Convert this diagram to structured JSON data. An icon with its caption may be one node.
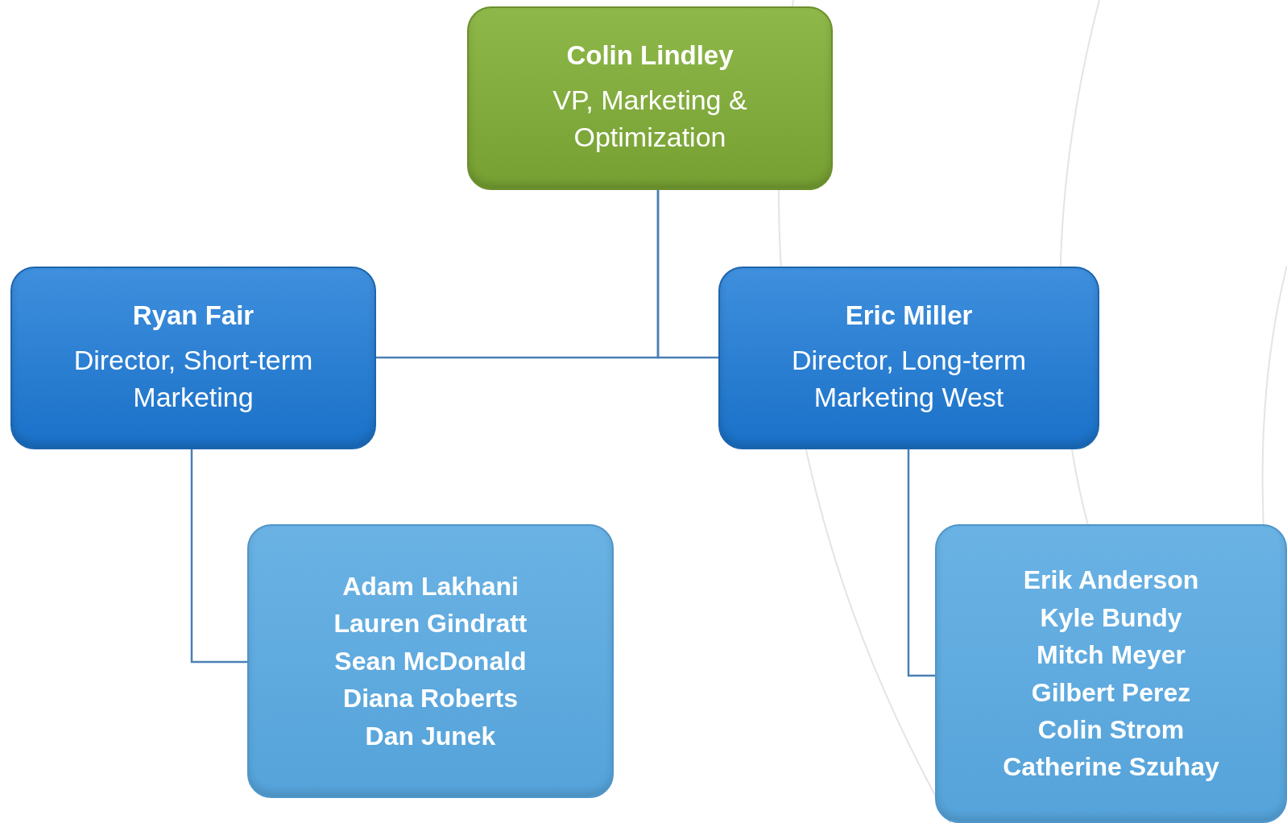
{
  "diagram": {
    "nodes": [
      {
        "text": [
          "Colin Lindley",
          "VP, Marketing & Optimization"
        ]
      },
      {
        "text": [
          "Ryan Fair",
          "Director, Short-term Marketing"
        ]
      },
      {
        "text": [
          "Eric Miller",
          "Director, Long-term Marketing West"
        ]
      },
      {
        "text": [
          "Adam Lakhani",
          "Lauren Gindratt",
          "Sean McDonald",
          "Diana Roberts",
          "Dan Junek"
        ]
      },
      {
        "text": [
          "Erik Anderson",
          "Kyle Bundy",
          "Mitch Meyer",
          "Gilbert Perez",
          "Colin Strom",
          "Catherine Szuhay"
        ]
      }
    ],
    "edges": [
      {
        "from": 0,
        "to": 1,
        "arrow": "none"
      },
      {
        "from": 0,
        "to": 2,
        "arrow": "none"
      },
      {
        "from": 1,
        "to": 3,
        "arrow": "none"
      },
      {
        "from": 2,
        "to": 4,
        "arrow": "none"
      }
    ]
  }
}
